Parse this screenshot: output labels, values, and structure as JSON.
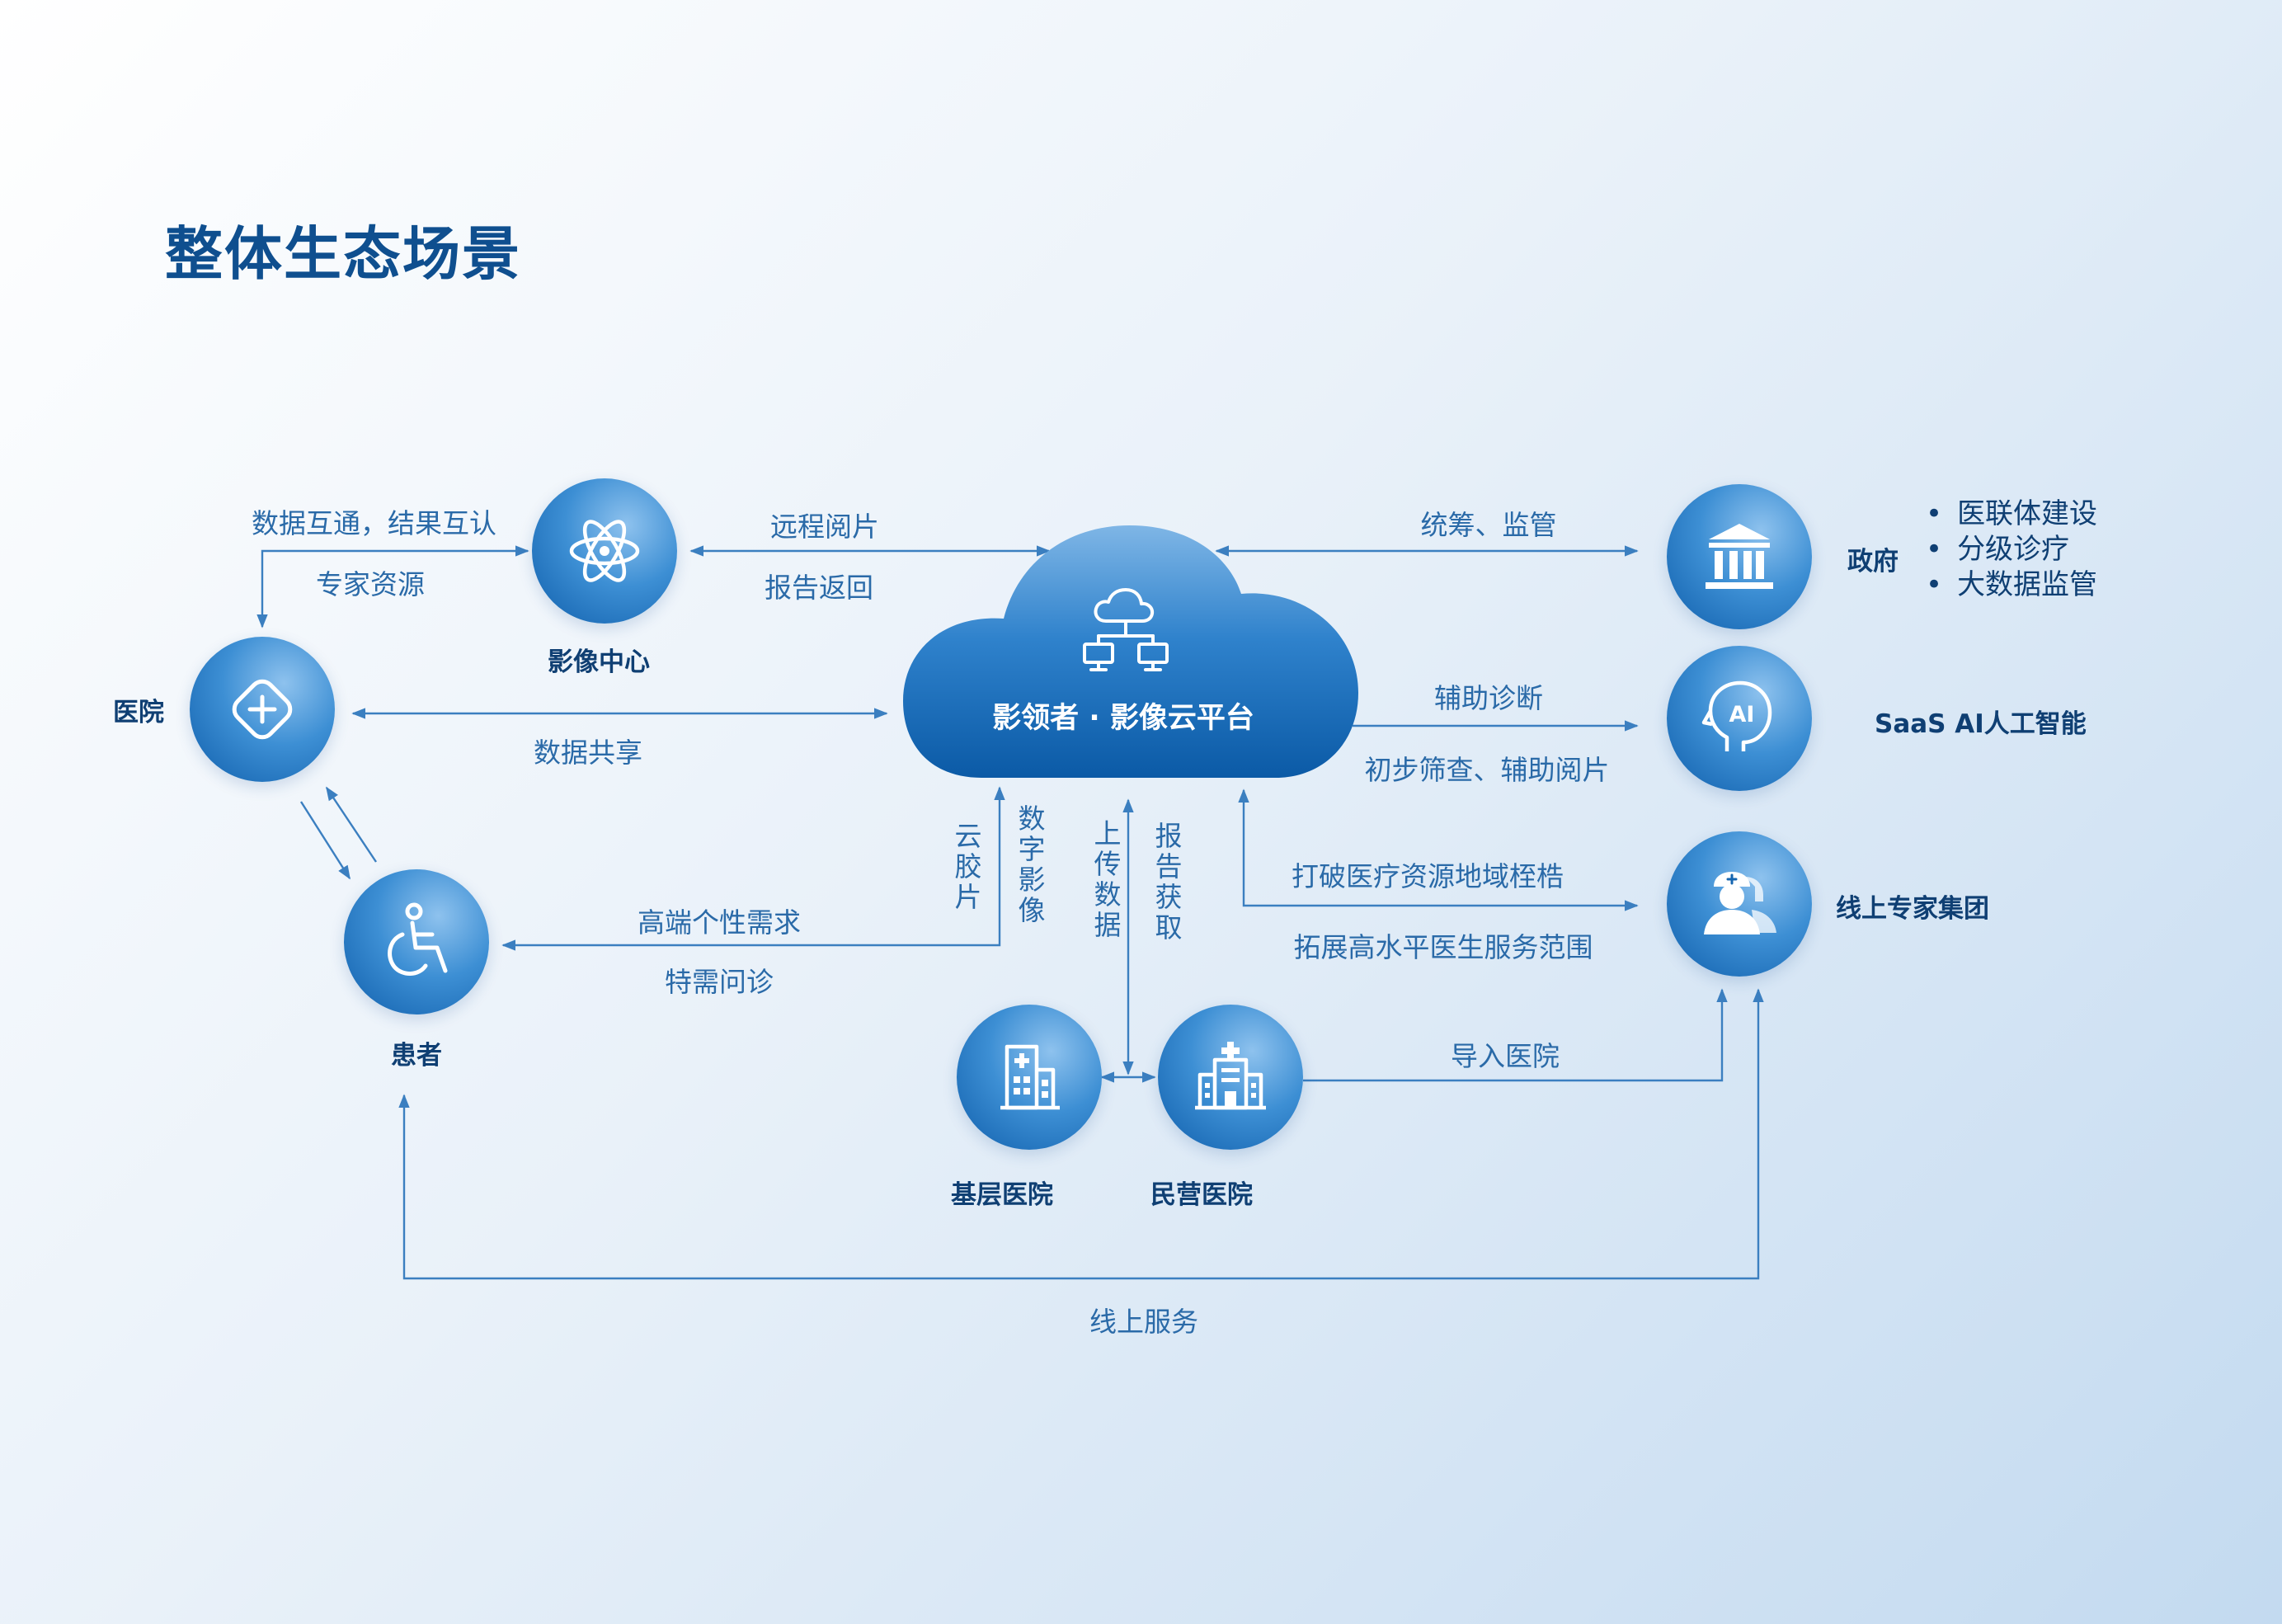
{
  "title": "整体生态场景",
  "platform": {
    "label": "影领者 · 影像云平台",
    "icon": "cloud-network-icon"
  },
  "nodes": {
    "hospital": {
      "label": "医院",
      "icon": "medical-plus-icon"
    },
    "imaging_center": {
      "label": "影像中心",
      "icon": "atom-icon"
    },
    "patient": {
      "label": "患者",
      "icon": "wheelchair-icon"
    },
    "government": {
      "label": "政府",
      "icon": "government-building-icon"
    },
    "ai": {
      "label": "SaaS AI人工智能",
      "icon": "ai-head-icon"
    },
    "experts": {
      "label": "线上专家集团",
      "icon": "doctors-icon"
    },
    "primary_hospital": {
      "label": "基层医院",
      "icon": "clinic-building-icon"
    },
    "private_hospital": {
      "label": "民营医院",
      "icon": "hospital-building-icon"
    }
  },
  "gov_bullets": [
    "医联体建设",
    "分级诊疗",
    "大数据监管"
  ],
  "edges": {
    "hospital_imaging": [
      "数据互通，结果互认",
      "专家资源"
    ],
    "imaging_platform": [
      "远程阅片",
      "报告返回"
    ],
    "hospital_platform": "数据共享",
    "platform_patient": [
      "高端个性需求",
      "特需问诊"
    ],
    "platform_gov": "统筹、监管",
    "platform_ai": [
      "辅助诊断",
      "初步筛查、辅助阅片"
    ],
    "platform_experts": [
      "打破医疗资源地域桎梏",
      "拓展高水平医生服务范围"
    ],
    "cloud_film": "云胶片",
    "digital_image": "数字影像",
    "upload_data": "上传数据",
    "report_get": "报告获取",
    "import_hospital": "导入医院",
    "online_service": "线上服务"
  },
  "colors": {
    "title": "#0f4f8f",
    "text": "#2a6aa8",
    "node_dark": "#0f5eab",
    "node_light": "#8ec2ee",
    "line": "#3b7fc0"
  }
}
